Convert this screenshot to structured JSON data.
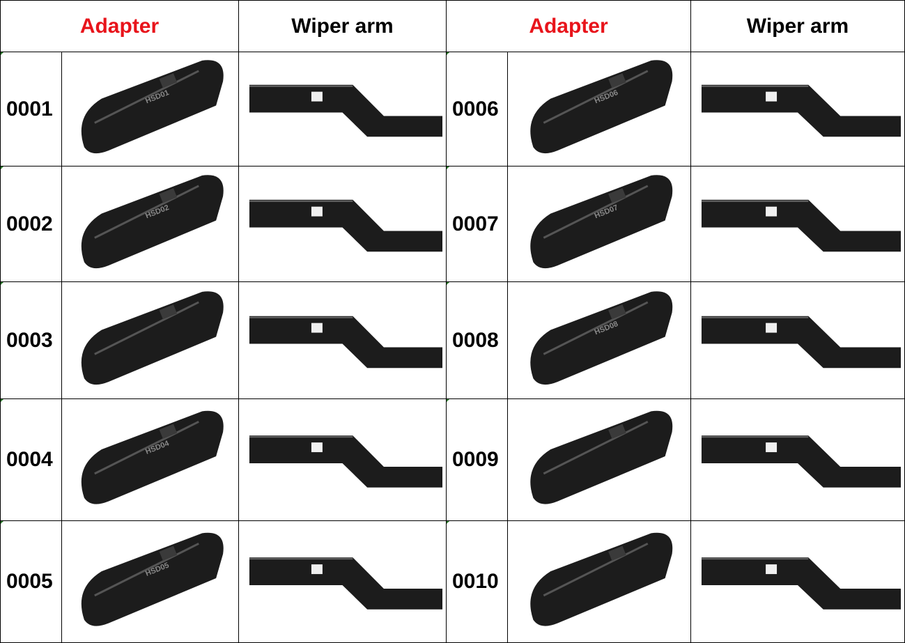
{
  "headers": {
    "left_adapter": "Adapter",
    "left_arm": "Wiper arm",
    "right_adapter": "Adapter",
    "right_arm": "Wiper arm"
  },
  "colors": {
    "adapter_header": "#e8141b",
    "arm_header": "#000000",
    "part": "#1c1c1c"
  },
  "rows": [
    {
      "left_code": "0001",
      "right_code": "0006"
    },
    {
      "left_code": "0002",
      "right_code": "0007"
    },
    {
      "left_code": "0003",
      "right_code": "0008"
    },
    {
      "left_code": "0004",
      "right_code": "0009"
    },
    {
      "left_code": "0005",
      "right_code": "0010"
    }
  ],
  "adapter_markings": {
    "0001": "HSD01",
    "0002": "HSD02",
    "0004": "HSD04",
    "0005": "HSD05",
    "0006": "HSD06",
    "0007": "HSD07",
    "0008": "HSD08"
  }
}
